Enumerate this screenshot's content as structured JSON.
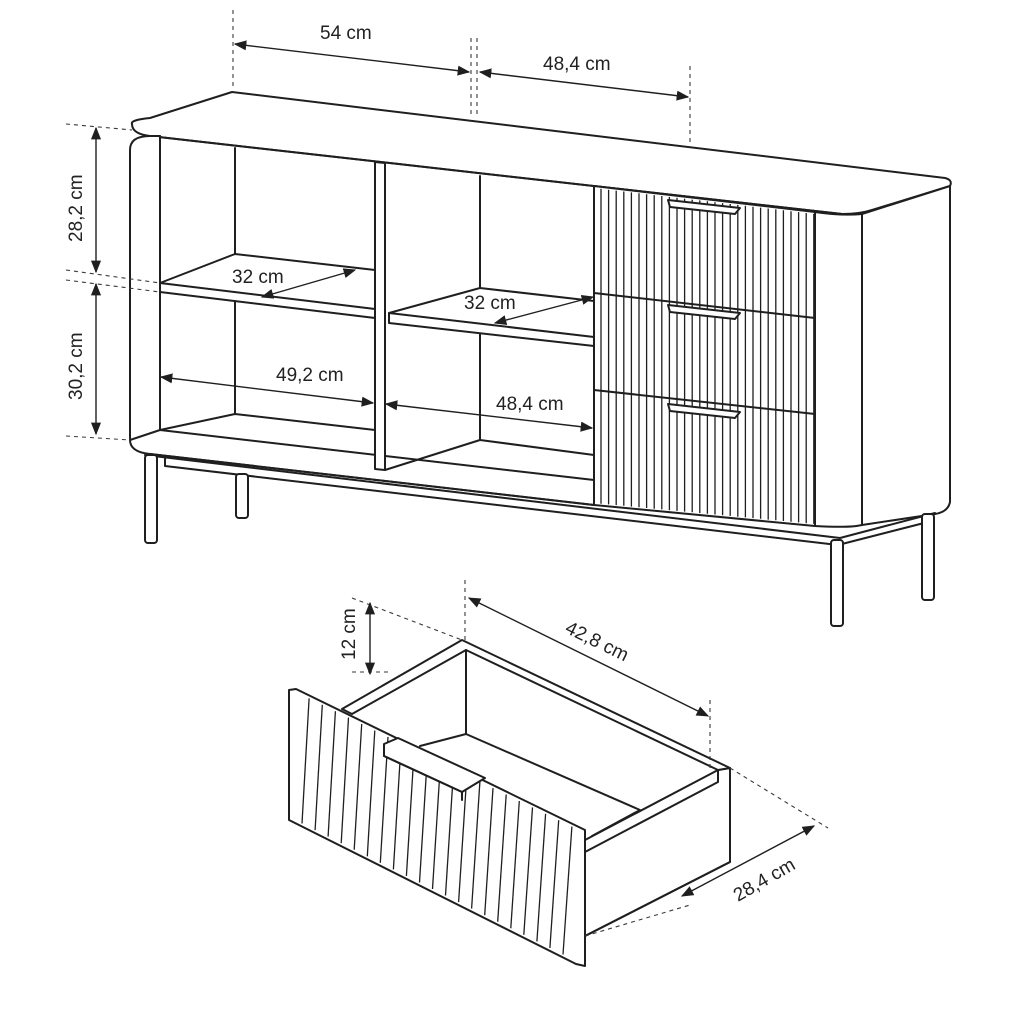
{
  "dimensions": {
    "top_left_width": "54 cm",
    "top_right_width": "48,4 cm",
    "upper_height": "28,2 cm",
    "lower_height": "30,2 cm",
    "shelf_depth_left": "32 cm",
    "shelf_depth_right": "32 cm",
    "inner_width_left": "49,2 cm",
    "inner_width_right": "48,4 cm",
    "drawer_height": "12 cm",
    "drawer_length": "42,8 cm",
    "drawer_width": "28,4 cm"
  }
}
